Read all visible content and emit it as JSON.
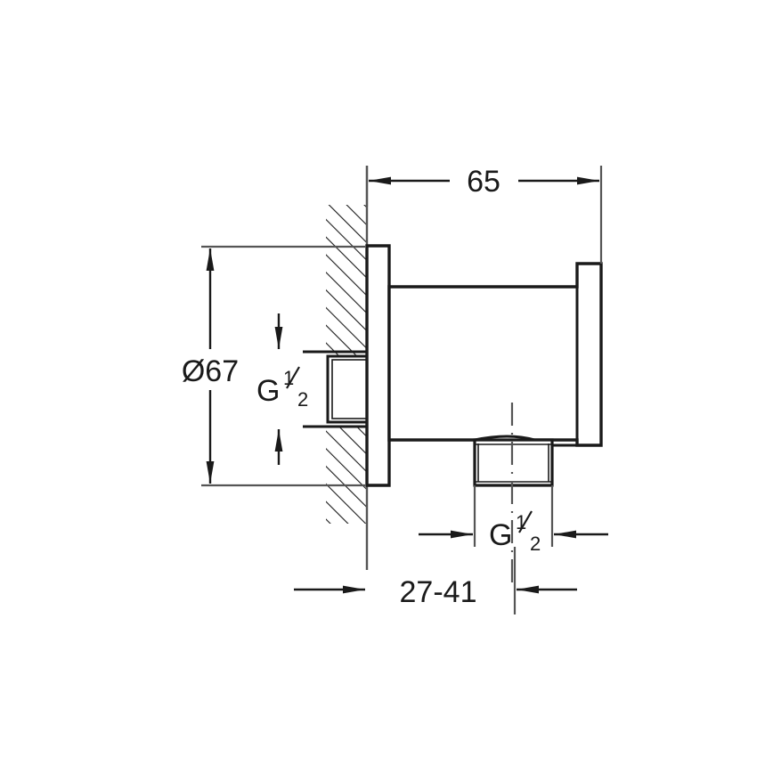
{
  "drawing": {
    "title": "Shower wall union technical drawing",
    "type": "engineering-dimension-drawing",
    "units": "mm",
    "line_color": "#1a1a1a",
    "thin_line_color": "#555555",
    "background_color": "#ffffff"
  },
  "dimensions": {
    "overall_length": {
      "label": "65",
      "orientation": "horizontal",
      "position": "top",
      "arrows": "outward"
    },
    "flange_diameter": {
      "label": "Ø67",
      "symbol": "diameter",
      "value": "67",
      "orientation": "vertical",
      "position": "left",
      "arrows": "inward"
    },
    "inlet_thread": {
      "label": "G",
      "fraction_numerator": "1",
      "fraction_denominator": "2",
      "full_label": "G 1/2",
      "orientation": "vertical",
      "position": "left-inner",
      "arrows": "inward"
    },
    "outlet_thread": {
      "label": "G",
      "fraction_numerator": "1",
      "fraction_denominator": "2",
      "full_label": "G 1/2",
      "orientation": "horizontal",
      "position": "bottom-inner",
      "arrows": "inward"
    },
    "wall_thickness_range": {
      "label": "27-41",
      "min": "27",
      "max": "41",
      "orientation": "horizontal",
      "position": "bottom",
      "arrows": "inward"
    }
  },
  "features": {
    "wall_section": "hatched-wall",
    "flange": "escutcheon-flange",
    "body": "union-body",
    "outlet_spigot": "threaded-outlet",
    "centerline": "outlet-centerline"
  }
}
